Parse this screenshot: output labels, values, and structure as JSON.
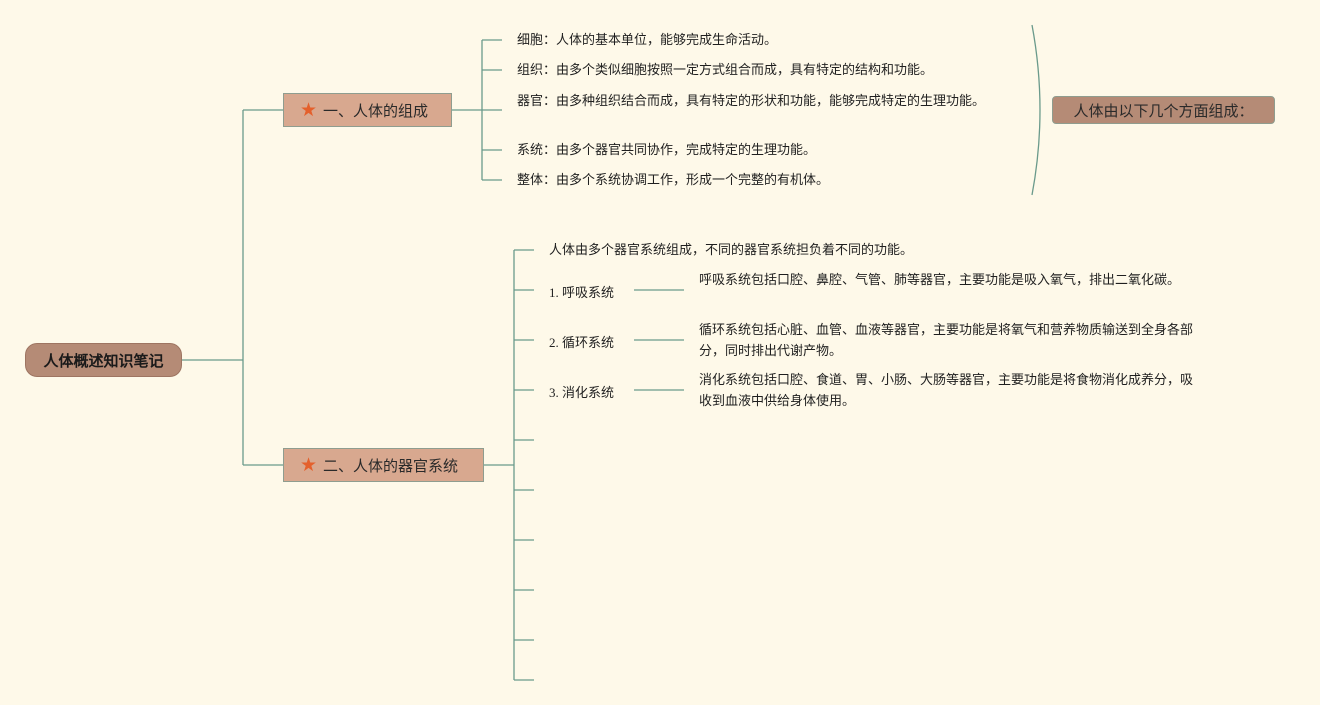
{
  "root": {
    "label": "人体概述知识笔记"
  },
  "branches": [
    {
      "label": "一、人体的组成",
      "icon": "star-icon",
      "items": [
        "细胞：人体的基本单位，能够完成生命活动。",
        "组织：由多个类似细胞按照一定方式组合而成，具有特定的结构和功能。",
        "器官：由多种组织结合而成，具有特定的形状和功能，能够完成特定的生理功能。",
        "系统：由多个器官共同协作，完成特定的生理功能。",
        "整体：由多个系统协调工作，形成一个完整的有机体。"
      ],
      "summary": "人体由以下几个方面组成："
    },
    {
      "label": "二、人体的器官系统",
      "icon": "star-icon",
      "intro": "人体由多个器官系统组成，不同的器官系统担负着不同的功能。",
      "systems": [
        {
          "name": "1. 呼吸系统",
          "desc": "呼吸系统包括口腔、鼻腔、气管、肺等器官，主要功能是吸入氧气，排出二氧化碳。"
        },
        {
          "name": "2. 循环系统",
          "desc": "循环系统包括心脏、血管、血液等器官，主要功能是将氧气和营养物质输送到全身各部分，同时排出代谢产物。"
        },
        {
          "name": "3. 消化系统",
          "desc": "消化系统包括口腔、食道、胃、小肠、大肠等器官，主要功能是将食物消化成养分，吸收到血液中供给身体使用。"
        }
      ]
    }
  ],
  "colors": {
    "background": "#fef9e9",
    "line": "#5e8f80",
    "root_fill": "#b58b76",
    "branch_fill": "#d8a88f",
    "star": "#e4602c"
  }
}
